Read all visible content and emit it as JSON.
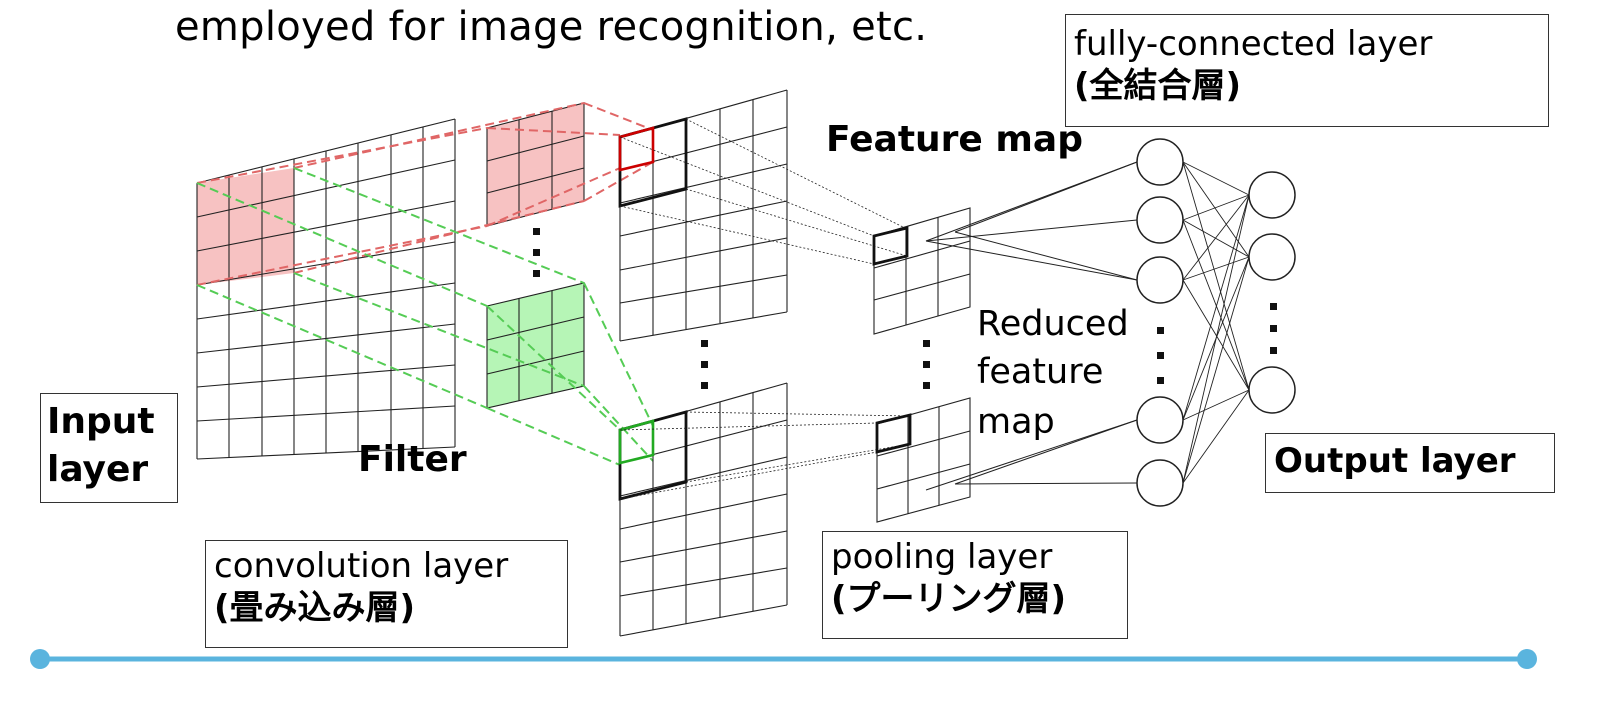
{
  "heading": "employed for image recognition, etc.",
  "labels": {
    "input_line1": "Input",
    "input_line2": "layer",
    "filter": "Filter",
    "feature_map": "Feature map",
    "reduced_line1": "Reduced",
    "reduced_line2": "feature",
    "reduced_line3": "map",
    "output_layer": "Output layer"
  },
  "boxes": {
    "fully_connected_en": "fully-connected layer",
    "fully_connected_jp": "(全結合層)",
    "convolution_en": "convolution layer",
    "convolution_jp": "(畳み込み層)",
    "pooling_en": "pooling layer",
    "pooling_jp": "(プーリング層)"
  },
  "colors": {
    "red_fill": "#f7c2c2",
    "red_line": "#e06666",
    "green_fill": "#b6f5b6",
    "green_line": "#55cc55",
    "accent_border_red": "#cc0000",
    "accent_border_green": "#22aa22",
    "footer_line": "#5ab4de"
  },
  "icons": [
    "vertical-ellipsis-icon"
  ]
}
